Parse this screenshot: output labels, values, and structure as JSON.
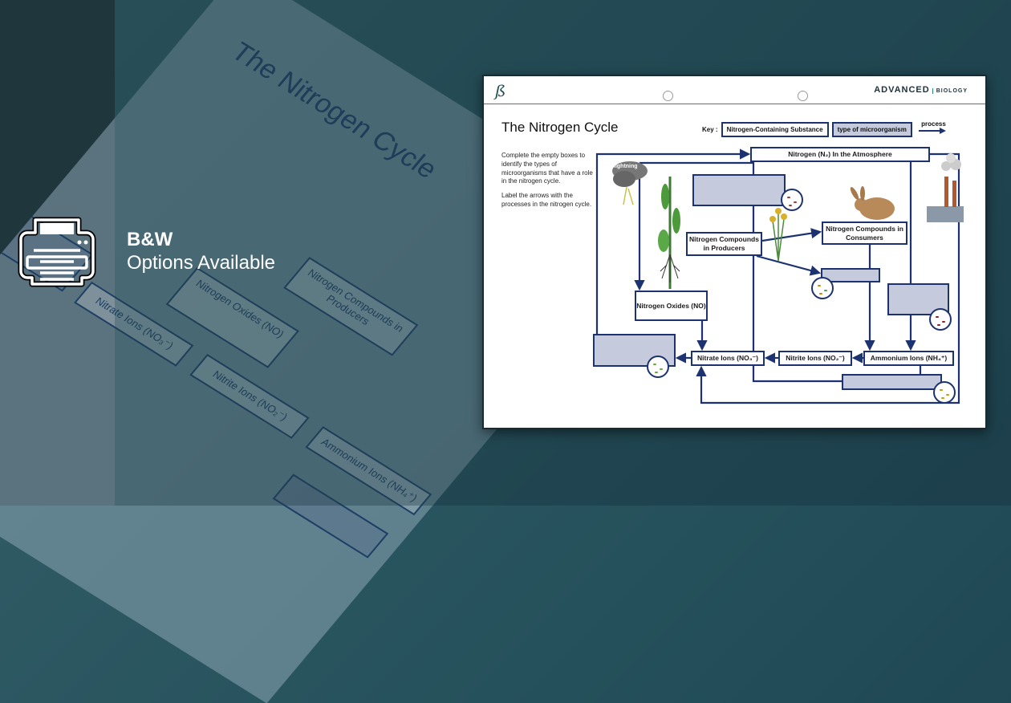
{
  "promo": {
    "heading": "B&W",
    "subheading": "Options Available",
    "icon": "printer-icon"
  },
  "worksheet": {
    "brand": {
      "name": "ADVANCED",
      "subject": "BIOLOGY"
    },
    "title": "The Nitrogen Cycle",
    "instructions": [
      "Complete the empty boxes to identify the types of microorganisms that have a role in the nitrogen cycle.",
      "Label the arrows with the processes in the nitrogen cycle."
    ],
    "key": {
      "label": "Key :",
      "substance": "Nitrogen-Containing Substance",
      "microorganism": "type of microorganism",
      "process": "process"
    },
    "nodes": {
      "atmosphere": "Nitrogen (N₂) In the Atmosphere",
      "producers": "Nitrogen Compounds in Producers",
      "consumers": "Nitrogen Compounds in Consumers",
      "oxides": "Nitrogen Oxides (NO)",
      "nitrate": "Nitrate Ions (NO₃⁻)",
      "nitrite": "Nitrite Ions (NO₂⁻)",
      "ammonium": "Ammonium Ions (NH₄⁺)"
    },
    "illustration_labels": {
      "lightning": "lightning"
    }
  },
  "colors": {
    "strip": "#1f363d",
    "arrow": "#1d3270",
    "microorganism_box": "#c5cadc",
    "accent": "#2a8a80"
  }
}
